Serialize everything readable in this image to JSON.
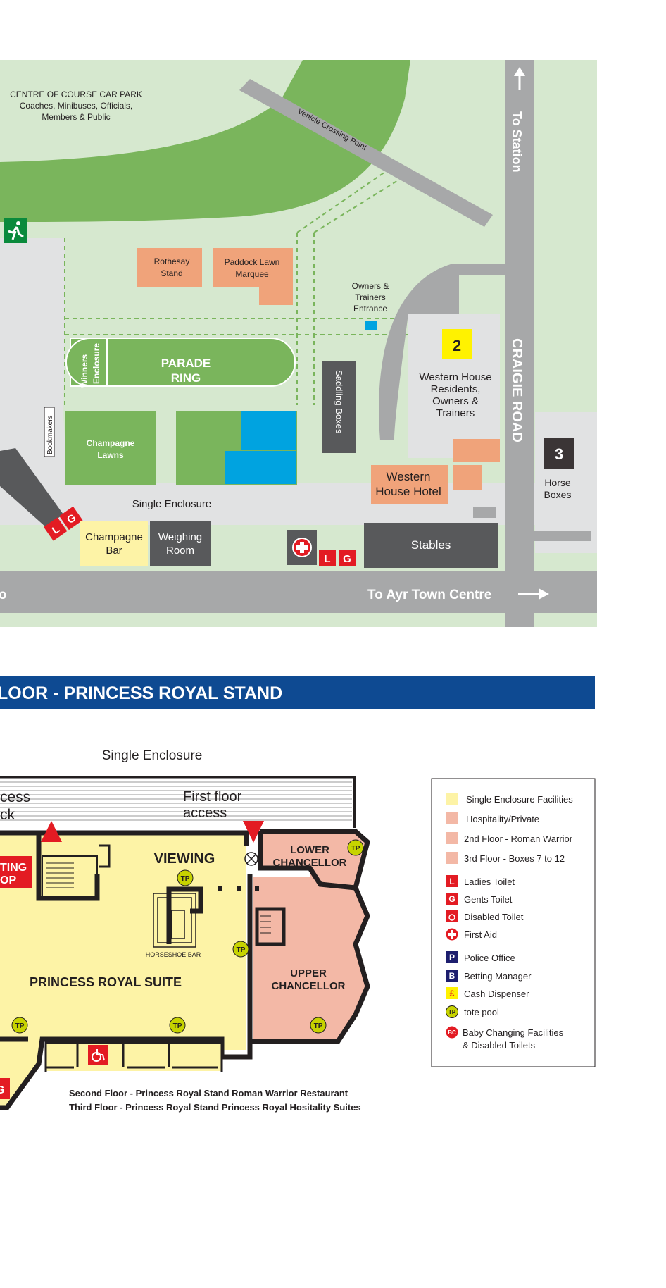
{
  "site_map": {
    "car_park": {
      "title": "CENTRE OF COURSE CAR PARK",
      "subtitle_1": "Coaches, Minibuses, Officials,",
      "subtitle_2": "Members & Public"
    },
    "vehicle_crossing": "Vehicle Crossing Point",
    "to_station": "To Station",
    "craigie_road": "CRAIGIE ROAD",
    "to_ayr": "To Ayr Town Centre",
    "rothesay_stand": [
      "Rothesay",
      "Stand"
    ],
    "paddock_lawn": [
      "Paddock Lawn",
      "Marquee"
    ],
    "owners_entrance": [
      "Owners &",
      "Trainers",
      "Entrance"
    ],
    "parade_ring": [
      "PARADE",
      "RING"
    ],
    "winners_enclosure": [
      "Winners",
      "Enclosure"
    ],
    "bookmakers": "Bookmakers",
    "champagne_lawns": [
      "Champagne",
      "Lawns"
    ],
    "saddling_boxes": "Saddling Boxes",
    "marker_2": "2",
    "western_house_residents": [
      "Western House",
      "Residents,",
      "Owners &",
      "Trainers"
    ],
    "marker_3": "3",
    "horse_boxes": [
      "Horse",
      "Boxes"
    ],
    "western_house_hotel": [
      "Western",
      "House Hotel"
    ],
    "single_enclosure": "Single Enclosure",
    "champagne_bar": [
      "Champagne",
      "Bar"
    ],
    "weighing_room": [
      "Weighing",
      "Room"
    ],
    "stables": "Stables",
    "ladies_letter": "L",
    "gents_letter": "G"
  },
  "floor_banner": "LOOR - PRINCESS ROYAL STAND",
  "floor_plan": {
    "single_enclosure": "Single Enclosure",
    "cess": "cess",
    "ck": "ck",
    "first_floor_access": [
      "First floor",
      "access"
    ],
    "ting": "TING",
    "op": "OP",
    "viewing": "VIEWING",
    "lower_chancellor": [
      "LOWER",
      "CHANCELLOR"
    ],
    "upper_chancellor": [
      "UPPER",
      "CHANCELLOR"
    ],
    "horseshoe_bar": "HORSESHOE BAR",
    "princess_royal_suite": "PRINCESS ROYAL SUITE",
    "tp": "TP",
    "g_partial": "G",
    "second_floor_note": "Second Floor - Princess Royal Stand Roman Warrior Restaurant",
    "third_floor_note": "Third Floor - Princess Royal Stand Princess Royal Hositality Suites"
  },
  "legend": {
    "items": [
      {
        "label": "Single Enclosure Facilities",
        "color": "#fdf3a6"
      },
      {
        "label": "Hospitality/Private",
        "color": "#f3b8a6"
      },
      {
        "label": "2nd Floor - Roman Warrior",
        "color": "#f3b8a6"
      },
      {
        "label": "3rd Floor - Boxes 7 to 12",
        "color": "#f3b8a6"
      },
      {
        "label": "Ladies Toilet",
        "symbol": "L"
      },
      {
        "label": "Gents Toilet",
        "symbol": "G"
      },
      {
        "label": "Disabled Toilet",
        "symbol": "wheelchair-icon"
      },
      {
        "label": "First Aid",
        "symbol": "first-aid-icon"
      },
      {
        "label": "Police Office",
        "symbol": "P"
      },
      {
        "label": "Betting Manager",
        "symbol": "B"
      },
      {
        "label": "Cash Dispenser",
        "symbol": "£"
      },
      {
        "label": "tote pool",
        "symbol": "TP"
      },
      {
        "label": "Baby Changing Facilities",
        "label_2": "& Disabled Toilets",
        "symbol": "BC"
      }
    ]
  },
  "colors": {
    "grass": "#d6e8cf",
    "track_green": "#7ab55c",
    "road_grey": "#a7a8a9",
    "banner_blue": "#0e4a92",
    "orange_building": "#f0a37a",
    "dark_building": "#58595b",
    "blue_area": "#00a3e0",
    "yellow_facility": "#fdf3a6",
    "pink_hospitality": "#f3b8a6",
    "red_symbol": "#e31b23"
  }
}
